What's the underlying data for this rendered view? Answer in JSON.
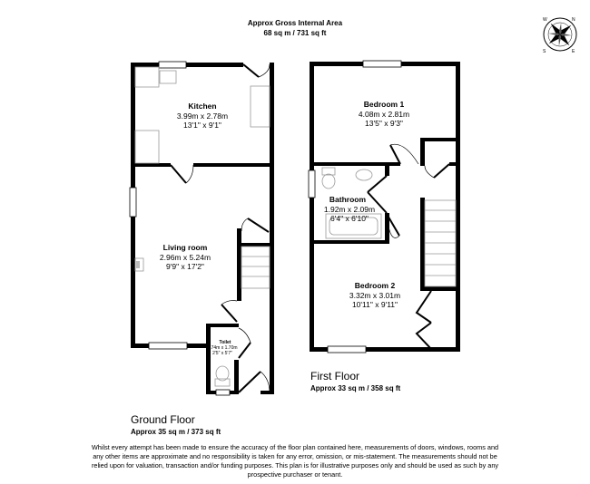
{
  "header": {
    "title": "Approx Gross Internal Area",
    "area": "68 sq m / 731 sq ft"
  },
  "compass": {
    "icon": "compass-rose-icon",
    "labels": [
      "N",
      "E",
      "S",
      "W"
    ]
  },
  "ground_floor": {
    "title": "Ground Floor",
    "area": "Approx 35 sq m / 373 sq ft",
    "rooms": [
      {
        "name": "Kitchen",
        "metric": "3.99m x 2.78m",
        "imperial": "13'1\" x 9'1\""
      },
      {
        "name": "Living room",
        "metric": "2.96m x 5.24m",
        "imperial": "9'9\" x 17'2\""
      },
      {
        "name": "Toilet",
        "metric": "0.74m x 1.70m",
        "imperial": "2'5\" x 5'7\""
      }
    ]
  },
  "first_floor": {
    "title": "First Floor",
    "area": "Approx 33 sq m / 358 sq ft",
    "rooms": [
      {
        "name": "Bedroom 1",
        "metric": "4.08m x 2.81m",
        "imperial": "13'5\" x 9'3\""
      },
      {
        "name": "Bathroom",
        "metric": "1.92m x 2.09m",
        "imperial": "6'4\" x 6'10\""
      },
      {
        "name": "Bedroom 2",
        "metric": "3.32m x 3.01m",
        "imperial": "10'11\" x 9'11\""
      }
    ]
  },
  "disclaimer": "Whilst every attempt has been made to ensure the accuracy of the floor plan contained here, measurements of doors, windows, rooms and any other items are approximate and no responsibility is taken for any error, omission, or mis-statement. The measurements should not be relied upon for valuation, transaction and/or funding purposes. This plan is for illustrative purposes only and should be used as such by any prospective purchaser or tenant."
}
